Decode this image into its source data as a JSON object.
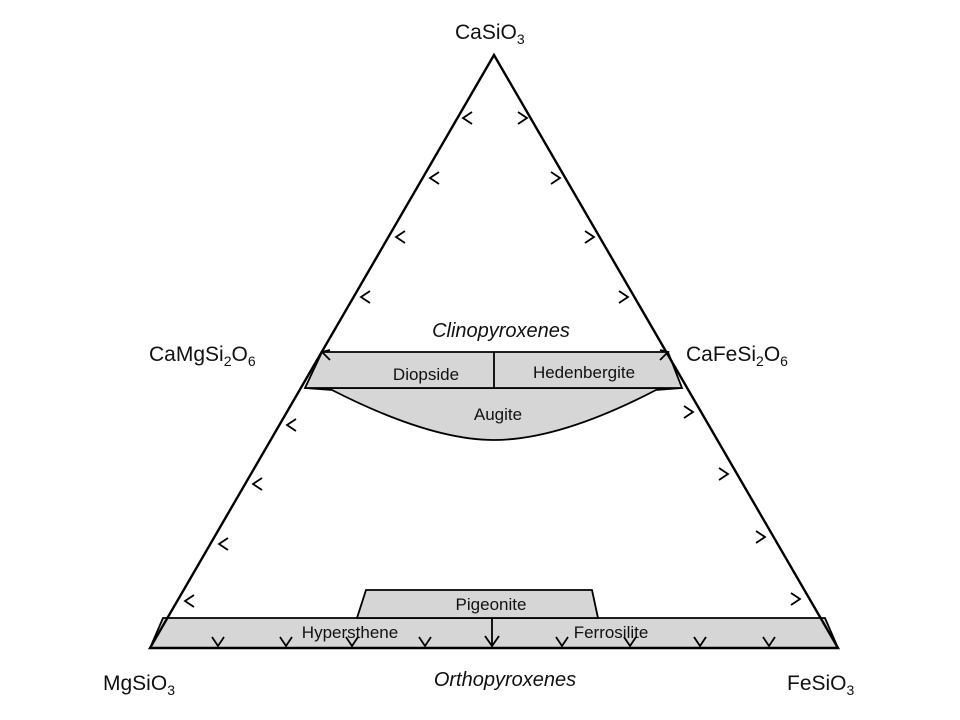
{
  "vertices": {
    "top": {
      "base": "CaSiO",
      "sub": "3"
    },
    "left": {
      "base": "MgSiO",
      "sub": "3"
    },
    "right": {
      "base": "FeSiO",
      "sub": "3"
    }
  },
  "midpoints": {
    "left": {
      "p1": "CaMgSi",
      "s1": "2",
      "p2": "O",
      "s2": "6"
    },
    "right": {
      "p1": "CaFeSi",
      "s1": "2",
      "p2": "O",
      "s2": "6"
    }
  },
  "groups": {
    "clino": "Clinopyroxenes",
    "ortho": "Orthopyroxenes"
  },
  "fields": {
    "diopside": "Diopside",
    "hedenbergite": "Hedenbergite",
    "augite": "Augite",
    "pigeonite": "Pigeonite",
    "hypersthene": "Hypersthene",
    "ferrosilite": "Ferrosilite"
  }
}
